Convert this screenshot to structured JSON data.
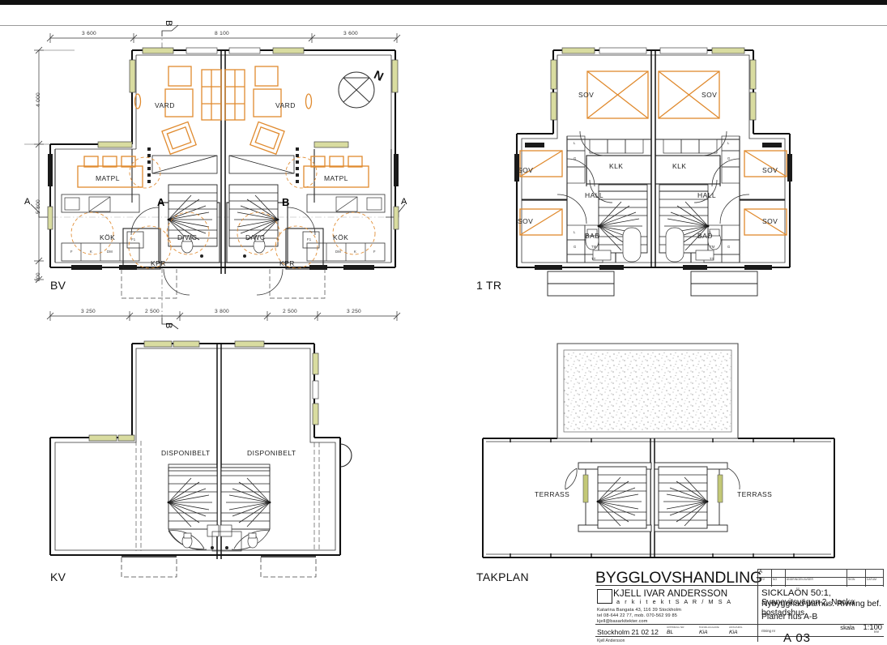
{
  "sheet": {
    "kind": "architectural-floor-plan-sheet",
    "paper_color": "#ffffff"
  },
  "plans": [
    {
      "id": "bv",
      "title": "BV"
    },
    {
      "id": "1tr",
      "title": "1 TR"
    },
    {
      "id": "kv",
      "title": "KV"
    },
    {
      "id": "takplan",
      "title": "TAKPLAN"
    }
  ],
  "bv": {
    "title": "BV",
    "house_marks": [
      "A",
      "B"
    ],
    "section_marks": [
      "A",
      "A",
      "B",
      "B"
    ],
    "rooms_left": [
      "VARD",
      "MATPL",
      "KÖK",
      "D/WC",
      "KPR"
    ],
    "rooms_right": [
      "VARD",
      "MATPL",
      "KÖK",
      "D/WC",
      "KPR"
    ],
    "appliances": [
      "F",
      "K",
      "DM",
      "F1",
      "F",
      "K",
      "DM",
      "F1"
    ],
    "dims_top": [
      "3 600",
      "8 100",
      "3 600"
    ],
    "dims_bottom": [
      "3 250",
      "2 500",
      "3 800",
      "2 500",
      "3 250"
    ],
    "dims_left": [
      "4 000",
      "5 800",
      "700"
    ]
  },
  "tr1": {
    "title": "1 TR",
    "rooms": [
      "SOV",
      "SOV",
      "SOV",
      "SOV",
      "SOV",
      "SOV",
      "KLK",
      "KLK",
      "HALL",
      "HALL",
      "BAD",
      "BAD"
    ],
    "closet_labels": [
      "L",
      "G",
      "L",
      "G",
      "TM",
      "TT",
      "L",
      "G",
      "L",
      "G",
      "TM",
      "TT"
    ]
  },
  "kv": {
    "title": "KV",
    "rooms": [
      "DISPONIBELT",
      "DISPONIBELT"
    ]
  },
  "takplan": {
    "title": "TAKPLAN",
    "rooms": [
      "TERRASS",
      "TERRASS"
    ]
  },
  "north": {
    "label": "N"
  },
  "title_block": {
    "heading": "BYGGLOVSHANDLING",
    "revision_table": {
      "rev_letter": "A",
      "columns": [
        "REV",
        "NO",
        "ÄNDRINGEN AVSER",
        "SIGN",
        "DATUM"
      ]
    },
    "architect": {
      "name": "KJELL IVAR ANDERSSON",
      "subtitle": "a r k i t e k t   S A R / M S A",
      "address": "Katarina Bangata 43,      116 39    Stockholm",
      "phone": "tel   08-644 22 77,           mob. 070-562 99 85",
      "email": "kjell@basarkitekter.com"
    },
    "city_date": "Stockholm 21 02 12",
    "signature_columns": [
      {
        "caption": "UPPDRAG NR",
        "value": "BL"
      },
      {
        "caption": "HANDLÄGGARE",
        "value": "KiA"
      },
      {
        "caption": "ANSVARIG",
        "value": "KiA"
      }
    ],
    "signer": "Kjell Andersson",
    "project": {
      "property": "SICKLAÖN 50:1",
      "address": ", Svanevitsvägen 2, Nacka",
      "line2": "Nybyggnad parhus. Rivning bef. bostadshus",
      "line3": "Planer hus A-B"
    },
    "scale_label": "skala",
    "scale_value": "1:100",
    "drawing_no_caption": "ritning nr",
    "drawing_no": "A 03",
    "rev_caption": "rev"
  }
}
